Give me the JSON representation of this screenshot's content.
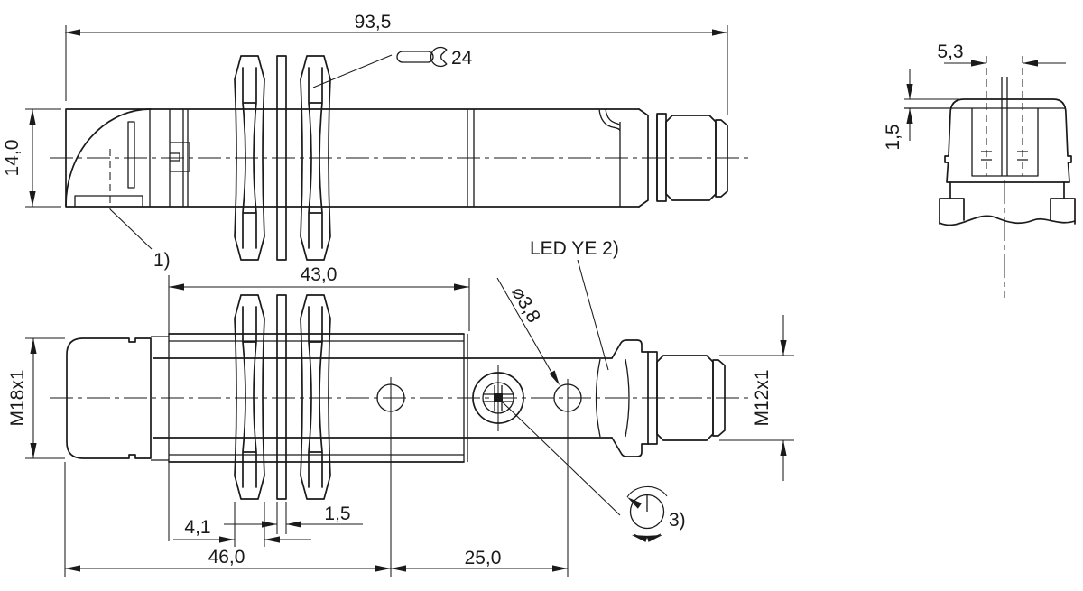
{
  "colors": {
    "line": "#1a1a1a",
    "background": "#ffffff"
  },
  "views": {
    "side": {
      "dims": {
        "overall_length": "93,5",
        "height": "14,0",
        "wrench_size": "24"
      },
      "labels": {
        "note1": "1)"
      }
    },
    "front": {
      "dims": {
        "nut_section_length": "43,0",
        "front_thread": "M18x1",
        "connector_thread": "M12x1",
        "nut_width": "4,1",
        "washer_width": "1,5",
        "hole_offset": "46,0",
        "led_offset": "25,0",
        "led_hole_diameter": "⌀3,8"
      },
      "labels": {
        "led": "LED YE 2)",
        "potentiometer": "3)"
      }
    },
    "end": {
      "dims": {
        "slot_width": "5,3",
        "slot_depth": "1,5"
      }
    }
  },
  "icons": {
    "wrench": "open-end-wrench-24",
    "potentiometer": "rotary-adjustment-screw"
  }
}
